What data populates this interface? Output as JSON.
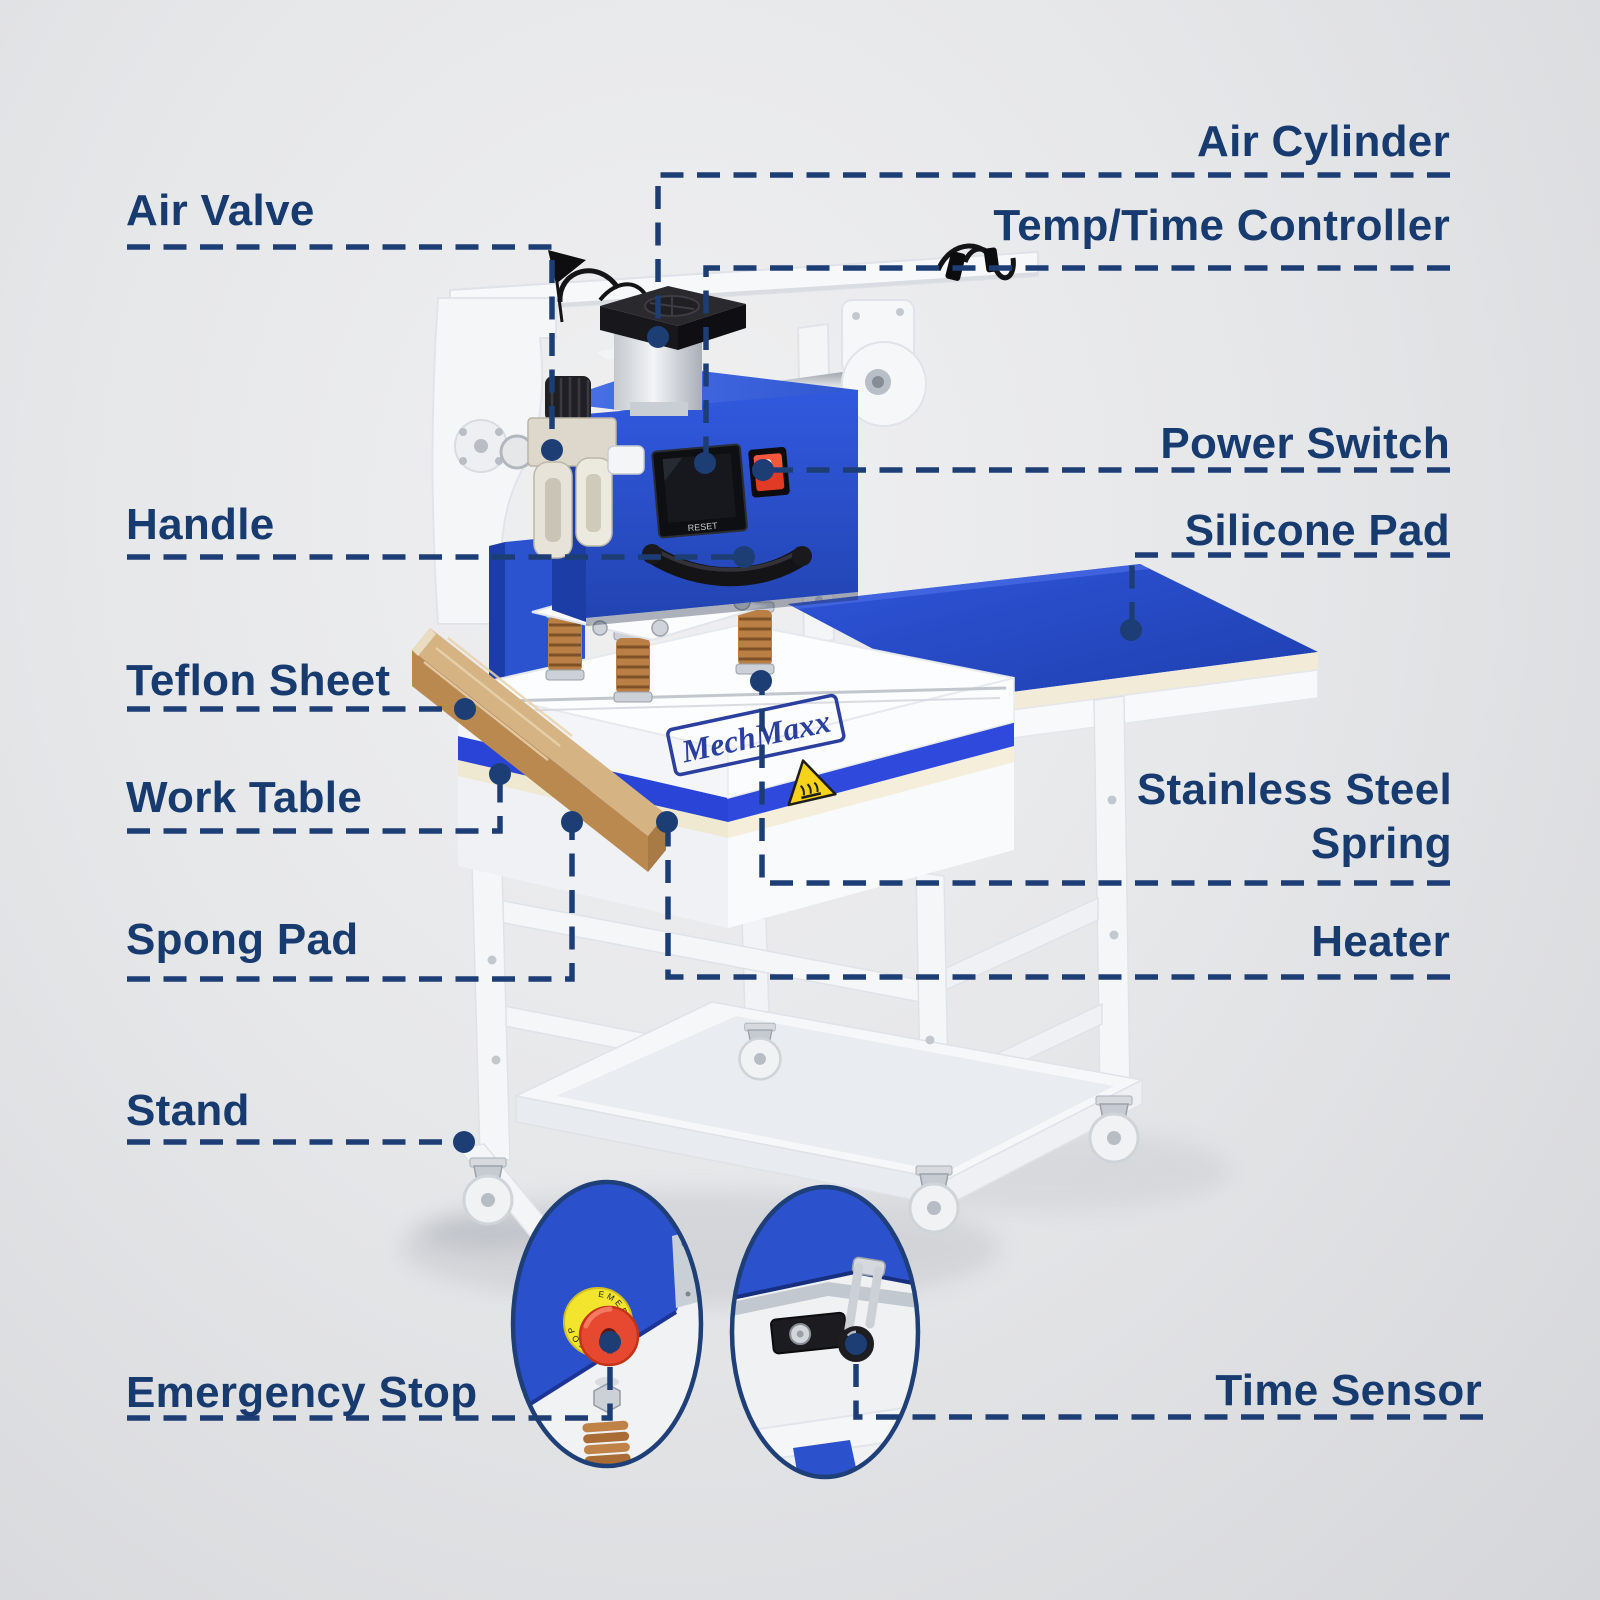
{
  "background": {
    "center": "#f0f0f1",
    "edge": "#d5d6d9"
  },
  "palette": {
    "navy": "#173a6f",
    "leader_line": "#1d3e74",
    "machine_blue": "#2b55d6",
    "pad_blue": "#2547cb",
    "heater_blue": "#2e49db",
    "switch_red": "#e23a24",
    "emergency_red": "#e6492f",
    "emergency_yellow": "#f3e42e",
    "copper_spring": "#b97f44",
    "teflon_tan": "#c79e66",
    "frame_white": "#f5f6f8"
  },
  "callouts": {
    "left": [
      {
        "id": "air-valve",
        "text": "Air Valve"
      },
      {
        "id": "handle",
        "text": "Handle"
      },
      {
        "id": "teflon-sheet",
        "text": "Teflon Sheet"
      },
      {
        "id": "work-table",
        "text": "Work Table"
      },
      {
        "id": "spong-pad",
        "text": "Spong Pad"
      },
      {
        "id": "stand",
        "text": "Stand"
      },
      {
        "id": "emergency-stop",
        "text": "Emergency Stop"
      }
    ],
    "right": [
      {
        "id": "air-cylinder",
        "text": "Air Cylinder"
      },
      {
        "id": "temp-time-controller",
        "text": "Temp/Time Controller"
      },
      {
        "id": "power-switch",
        "text": "Power Switch"
      },
      {
        "id": "silicone-pad",
        "text": "Silicone Pad"
      },
      {
        "id": "stainless-steel-spring",
        "lines": [
          "Stainless Steel",
          "Spring"
        ]
      },
      {
        "id": "heater",
        "text": "Heater"
      },
      {
        "id": "time-sensor",
        "text": "Time Sensor"
      }
    ]
  },
  "machine": {
    "logo": "MechMaxx",
    "screen_label": "RESET",
    "emergency_ring_text": "EMERGENCY STOP"
  }
}
